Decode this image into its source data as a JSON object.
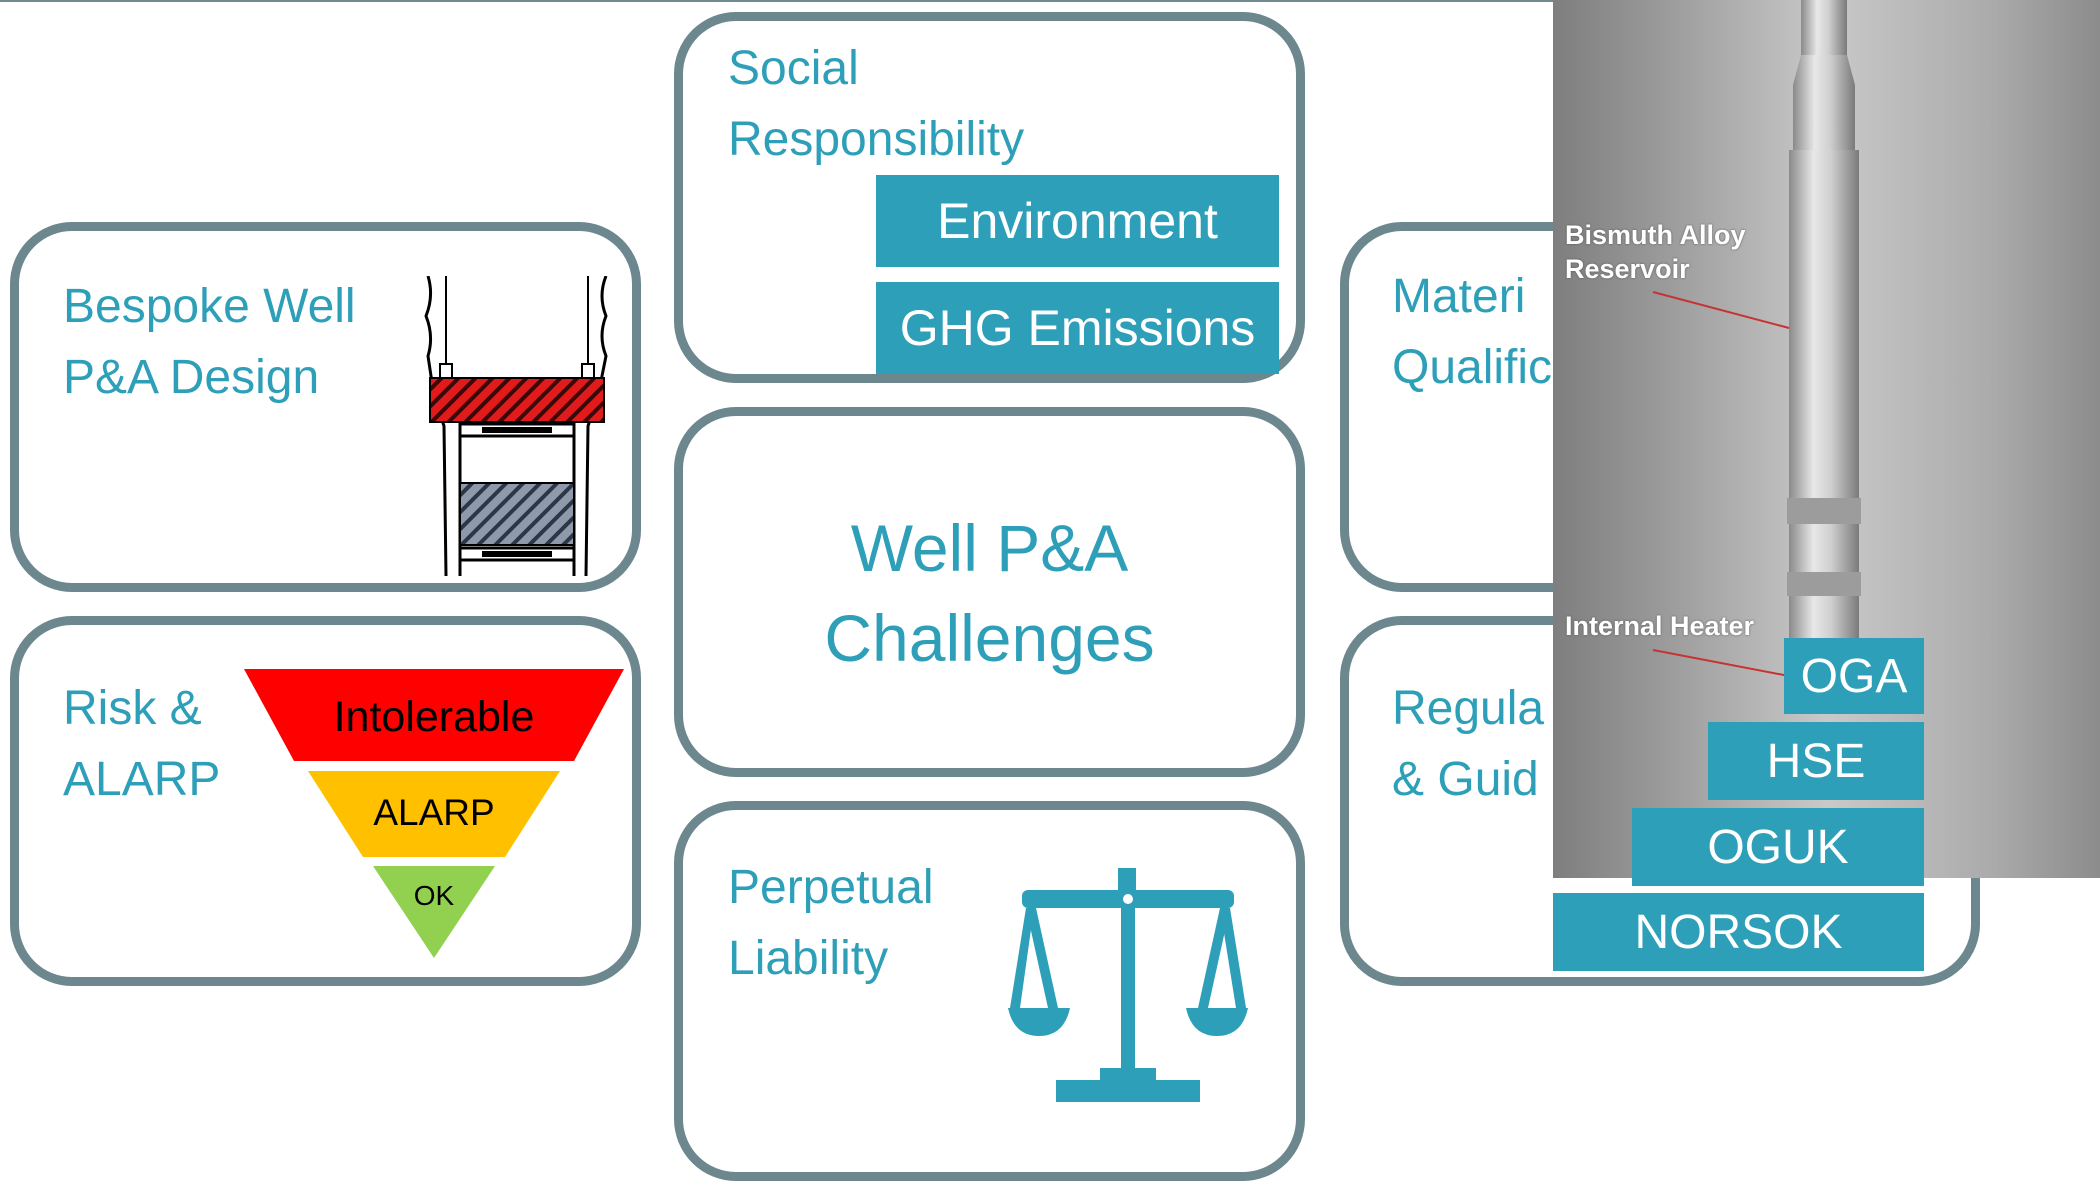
{
  "center": {
    "line1": "Well P&A",
    "line2": "Challenges"
  },
  "social": {
    "line1": "Social",
    "line2": "Responsibility",
    "items": [
      "Environment",
      "GHG Emissions"
    ]
  },
  "bespoke": {
    "line1": "Bespoke Well",
    "line2": "P&A Design"
  },
  "risk": {
    "line1": "Risk &",
    "line2": "ALARP",
    "pyramid": [
      "Intolerable",
      "ALARP",
      "OK"
    ],
    "colors": {
      "intolerable": "#ff0000",
      "alarp": "#ffc000",
      "ok": "#92d050"
    }
  },
  "perpetual": {
    "line1": "Perpetual",
    "line2": "Liability"
  },
  "materials": {
    "line1": "Materi",
    "line2": "Qualific"
  },
  "regulations": {
    "line1": "Regula",
    "line2": "& Guid",
    "stack": [
      "OGA",
      "HSE",
      "OGUK",
      "NORSOK"
    ]
  },
  "photo": {
    "label1": "Bismuth Alloy",
    "label2": "Reservoir",
    "label3": "Internal Heater"
  },
  "colors": {
    "teal": "#2e9fb8",
    "border": "#6c878e"
  },
  "icons": [
    "wellbore-diagram-icon",
    "scales-of-justice-icon",
    "risk-pyramid"
  ]
}
